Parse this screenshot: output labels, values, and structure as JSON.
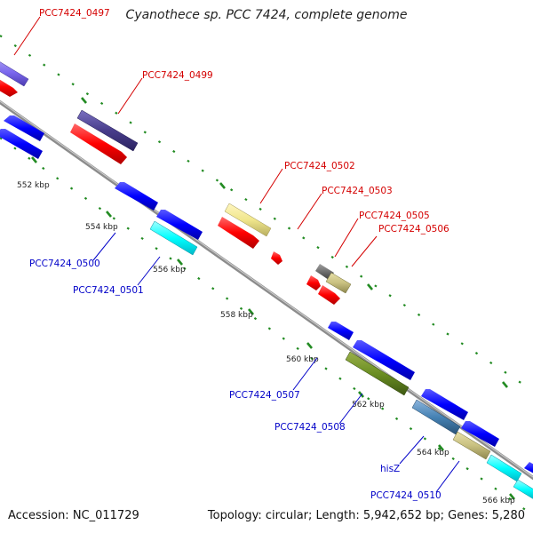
{
  "header": {
    "title": "Cyanothece sp. PCC 7424, complete genome"
  },
  "footer": {
    "accession": "Accession: NC_011729",
    "summary": "Topology: circular; Length: 5,942,652 bp; Genes: 5,280"
  },
  "scale_labels": [
    "552 kbp",
    "554 kbp",
    "556 kbp",
    "558 kbp",
    "560 kbp",
    "562 kbp",
    "564 kbp",
    "566 kbp"
  ],
  "gene_labels": {
    "top": [
      "PCC7424_0497",
      "PCC7424_0499",
      "PCC7424_0502",
      "PCC7424_0503",
      "PCC7424_0505",
      "PCC7424_0506"
    ],
    "bottom": [
      "PCC7424_0500",
      "PCC7424_0501",
      "PCC7424_0507",
      "PCC7424_0508",
      "hisZ",
      "PCC7424_0510"
    ]
  },
  "colors": {
    "backbone": "#8c8c8c",
    "forward_cds": "#ff0000",
    "reverse_cds": "#0000ff",
    "ticks": "#228b22",
    "label_top": "#d40000",
    "label_bottom": "#0000c8"
  }
}
